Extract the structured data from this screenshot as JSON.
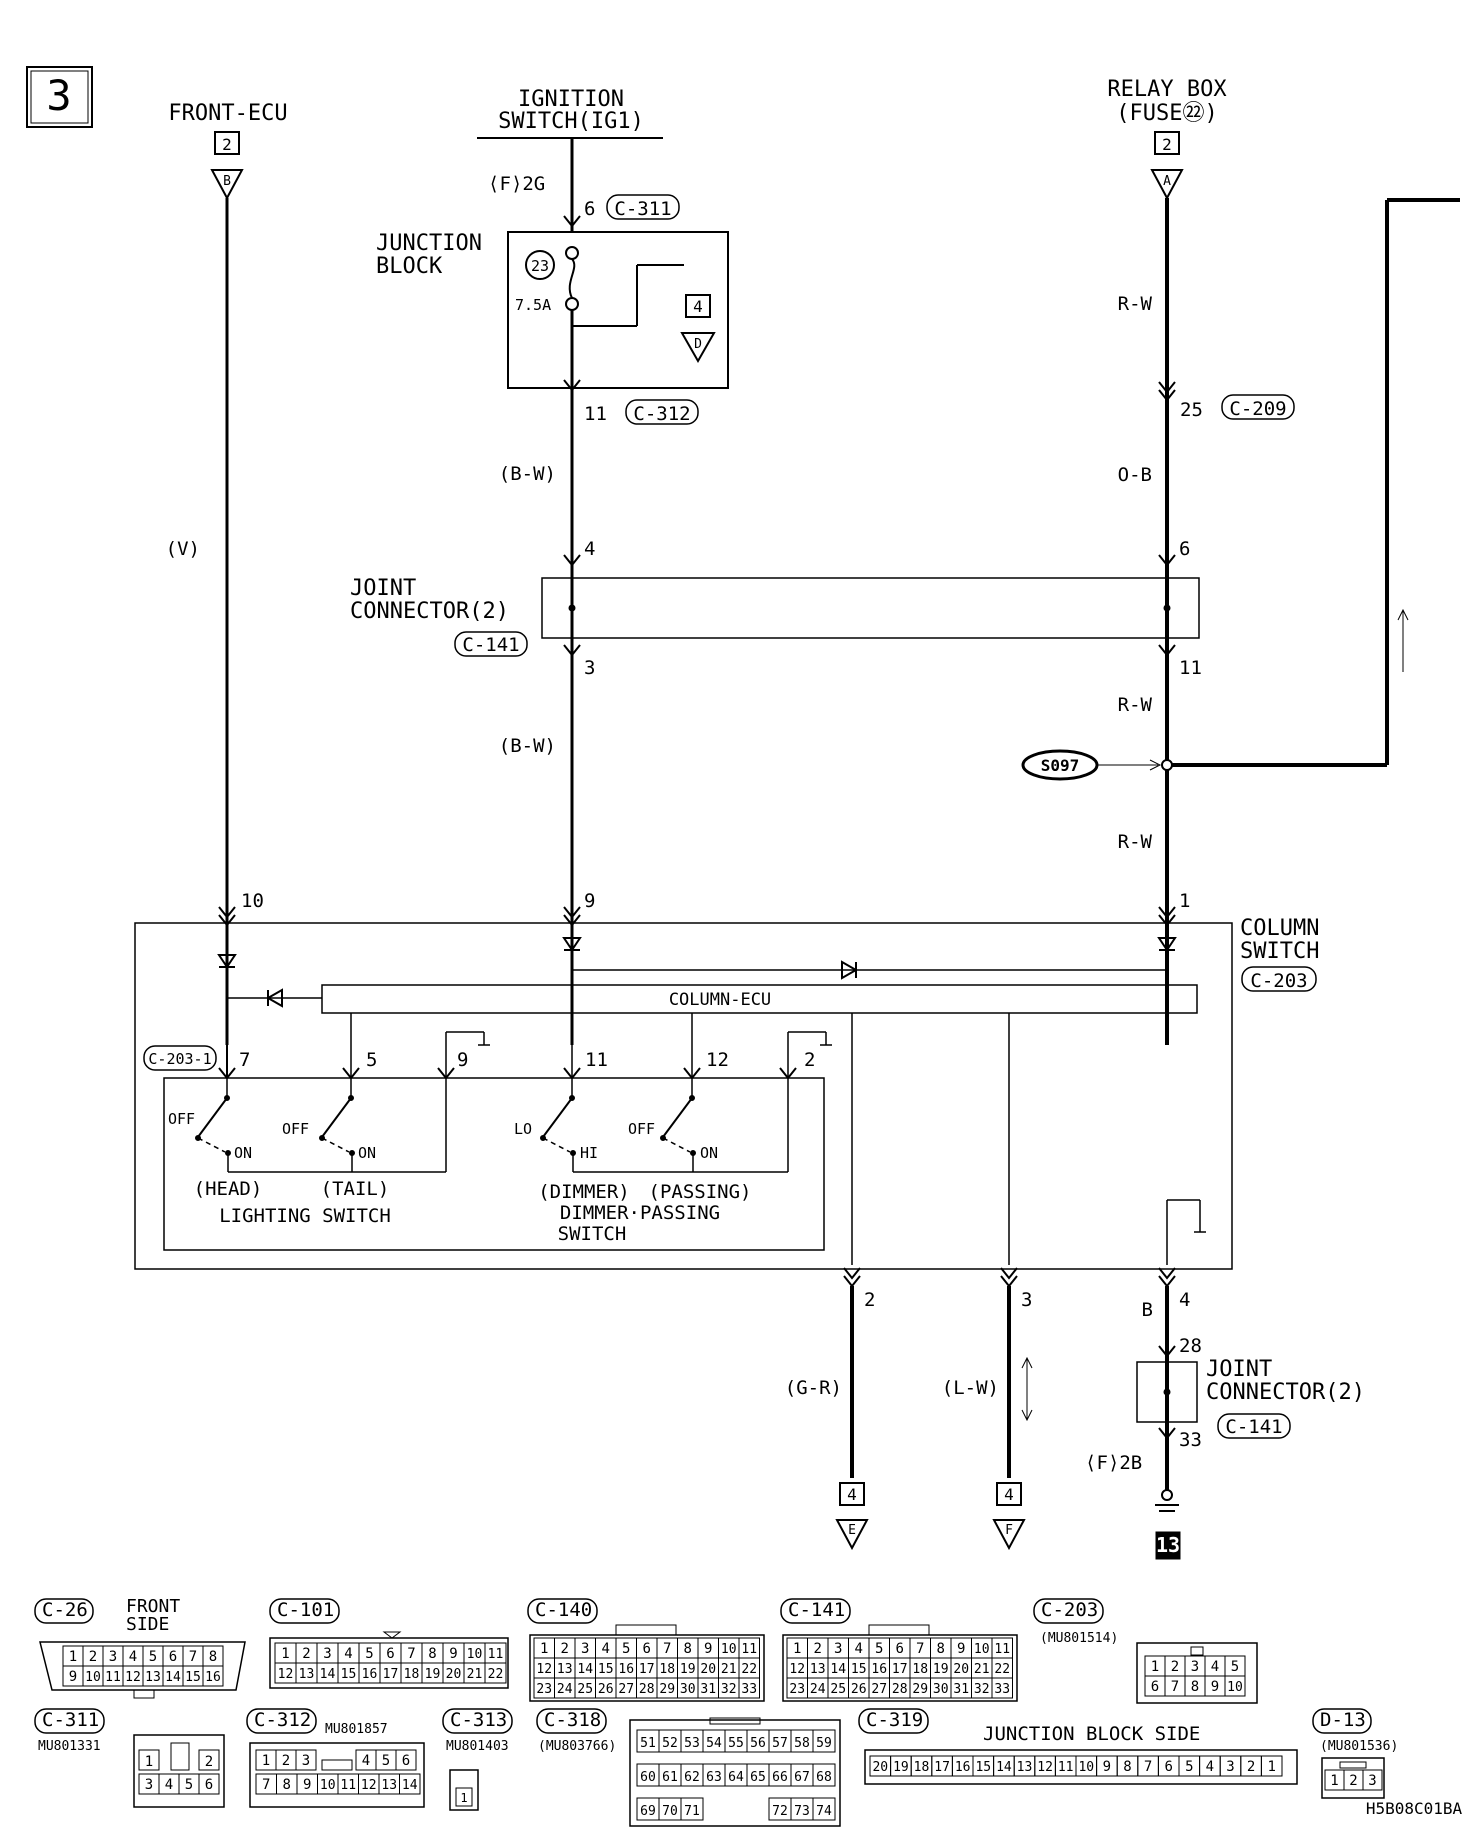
{
  "page": {
    "number": "3",
    "code": "H5B08C01BA"
  },
  "top_labels": {
    "front_ecu": "FRONT-ECU",
    "front_ecu_box": "2",
    "front_ecu_arrow": "B",
    "ign_line1": "IGNITION",
    "ign_line2": "SWITCH(IG1)",
    "ign_conn": "⟨F⟩2G",
    "relay_line1": "RELAY BOX",
    "relay_line2": "(FUSE㉒)",
    "relay_box": "2",
    "relay_arrow": "A"
  },
  "junction_block": {
    "line1": "JUNCTION",
    "line2": "BLOCK",
    "fuse_no": "23",
    "fuse_rating": "7.5A",
    "ref_box": "4",
    "ref_arrow": "D"
  },
  "wires": {
    "v": "(V)",
    "bw1": "(B-W)",
    "bw2": "(B-W)",
    "rw1": "R-W",
    "ob": "O-B",
    "rw2": "R-W",
    "rw3": "R-W",
    "gr": "(G-R)",
    "lw": "(L-W)",
    "b": "B",
    "s097": "S097"
  },
  "pins": {
    "p6a": "6",
    "c311": "C-311",
    "p11a": "11",
    "c312": "C-312",
    "p25": "25",
    "c209": "C-209",
    "p4": "4",
    "p6b": "6",
    "p3": "3",
    "p11b": "11",
    "p10": "10",
    "p9": "9",
    "p1": "1",
    "p2b": "2",
    "p3b": "3",
    "p4b": "4",
    "p28": "28",
    "p33": "33"
  },
  "joint_connector": {
    "line1": "JOINT",
    "line2": "CONNECTOR(2)",
    "ref": "C-141",
    "b_line1": "JOINT",
    "b_line2": "CONNECTOR(2)",
    "b_ref": "C-141",
    "b_conn": "⟨F⟩2B"
  },
  "column_switch": {
    "line1": "COLUMN",
    "line2": "SWITCH",
    "ref": "C-203",
    "ecu_label": "COLUMN-ECU",
    "sub_ref": "C-203-1",
    "pins": [
      "7",
      "5",
      "9",
      "11",
      "12",
      "2"
    ],
    "head_off": "OFF",
    "head_on": "ON",
    "tail_off": "OFF",
    "tail_on": "ON",
    "dim_lo": "LO",
    "dim_hi": "HI",
    "pass_off": "OFF",
    "pass_on": "ON",
    "head": "(HEAD)",
    "tail": "(TAIL)",
    "lighting": "LIGHTING SWITCH",
    "dimmer": "(DIMMER)",
    "passing": "(PASSING)",
    "dp1": "DIMMER·PASSING",
    "dp2": "SWITCH"
  },
  "bottom_refs": {
    "e_box": "4",
    "e_arrow": "E",
    "f_box": "4",
    "f_arrow": "F",
    "ground": "13"
  },
  "connectors": {
    "c26": {
      "label": "C-26",
      "title1": "FRONT",
      "title2": "SIDE",
      "row1": [
        "1",
        "2",
        "3",
        "4",
        "5",
        "6",
        "7",
        "8"
      ],
      "row2": [
        "9",
        "10",
        "11",
        "12",
        "13",
        "14",
        "15",
        "16"
      ]
    },
    "c101": {
      "label": "C-101",
      "row1": [
        "1",
        "2",
        "3",
        "4",
        "5",
        "6",
        "7",
        "8",
        "9",
        "10",
        "11"
      ],
      "row2": [
        "12",
        "13",
        "14",
        "15",
        "16",
        "17",
        "18",
        "19",
        "20",
        "21",
        "22"
      ]
    },
    "c140": {
      "label": "C-140",
      "row1": [
        "1",
        "2",
        "3",
        "4",
        "5",
        "6",
        "7",
        "8",
        "9",
        "10",
        "11"
      ],
      "row2": [
        "12",
        "13",
        "14",
        "15",
        "16",
        "17",
        "18",
        "19",
        "20",
        "21",
        "22"
      ],
      "row3": [
        "23",
        "24",
        "25",
        "26",
        "27",
        "28",
        "29",
        "30",
        "31",
        "32",
        "33"
      ]
    },
    "c141": {
      "label": "C-141",
      "row1": [
        "1",
        "2",
        "3",
        "4",
        "5",
        "6",
        "7",
        "8",
        "9",
        "10",
        "11"
      ],
      "row2": [
        "12",
        "13",
        "14",
        "15",
        "16",
        "17",
        "18",
        "19",
        "20",
        "21",
        "22"
      ],
      "row3": [
        "23",
        "24",
        "25",
        "26",
        "27",
        "28",
        "29",
        "30",
        "31",
        "32",
        "33"
      ]
    },
    "c203": {
      "label": "C-203",
      "part": "(MU801514)",
      "row1": [
        "1",
        "2",
        "3",
        "4",
        "5"
      ],
      "row2": [
        "6",
        "7",
        "8",
        "9",
        "10"
      ]
    },
    "c311": {
      "label": "C-311",
      "part": "MU801331",
      "row1": [
        "1",
        "2"
      ],
      "row2": [
        "3",
        "4",
        "5",
        "6"
      ]
    },
    "c312": {
      "label": "C-312",
      "part": "MU801857",
      "row1": [
        "1",
        "2",
        "3",
        "4",
        "5",
        "6"
      ],
      "row2": [
        "7",
        "8",
        "9",
        "10",
        "11",
        "12",
        "13",
        "14"
      ]
    },
    "c313": {
      "label": "C-313",
      "part": "MU801403",
      "pin": "1"
    },
    "c318": {
      "label": "C-318",
      "part": "(MU803766)",
      "row1": [
        "51",
        "52",
        "53",
        "54",
        "55",
        "56",
        "57",
        "58",
        "59"
      ],
      "row2": [
        "60",
        "61",
        "62",
        "63",
        "64",
        "65",
        "66",
        "67",
        "68"
      ],
      "row3a": [
        "69",
        "70",
        "71"
      ],
      "row3b": [
        "72",
        "73",
        "74"
      ]
    },
    "c319": {
      "label": "C-319",
      "title": "JUNCTION BLOCK SIDE",
      "row": [
        "20",
        "19",
        "18",
        "17",
        "16",
        "15",
        "14",
        "13",
        "12",
        "11",
        "10",
        "9",
        "8",
        "7",
        "6",
        "5",
        "4",
        "3",
        "2",
        "1"
      ]
    },
    "d13": {
      "label": "D-13",
      "part": "(MU801536)",
      "row": [
        "1",
        "2",
        "3"
      ]
    }
  }
}
